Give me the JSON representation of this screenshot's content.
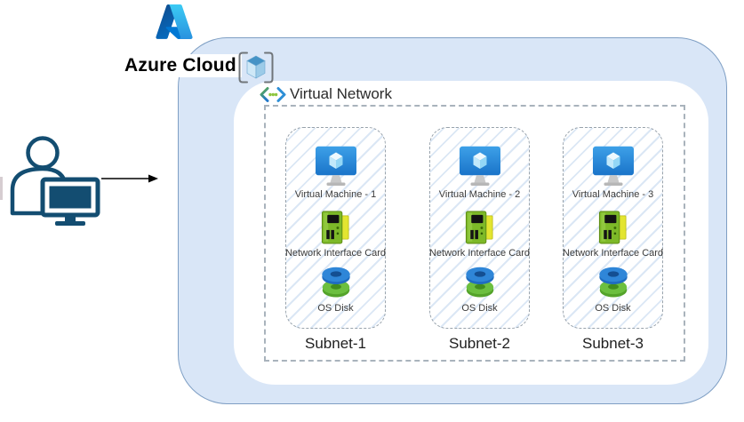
{
  "diagram": {
    "title": "Azure Cloud",
    "vnet": {
      "label": "Virtual Network"
    },
    "subnets": [
      {
        "name": "Subnet-1",
        "vm": "Virtual Machine - 1",
        "nic": "Network Interface Card",
        "disk": "OS Disk"
      },
      {
        "name": "Subnet-2",
        "vm": "Virtual Machine - 2",
        "nic": "Network Interface Card",
        "disk": "OS Disk"
      },
      {
        "name": "Subnet-3",
        "vm": "Virtual Machine - 3",
        "nic": "Network Interface Card",
        "disk": "OS Disk"
      }
    ],
    "icons": {
      "azure_logo": "azure-logo",
      "cloud": "azure-cube-icon",
      "vnet": "virtual-network-icon",
      "vm": "virtual-machine-icon",
      "nic": "network-interface-card-icon",
      "disk": "os-disk-icon",
      "user": "user-computer-icon",
      "arrow": "flow-arrow"
    },
    "colors": {
      "cloud_fill": "#d9e6f7",
      "cloud_border": "#7f9fc4",
      "hatch_stripe": "#dbe7f5",
      "dashed_border": "#98a2ab",
      "vm_monitor_blue": "#2285d6",
      "nic_green": "#7db928",
      "nic_yellow": "#e3e531",
      "disk_blue": "#2f86d8",
      "disk_green": "#6cbf3f",
      "user_outline": "#134d71",
      "label_text": "#3a3a3a"
    }
  }
}
